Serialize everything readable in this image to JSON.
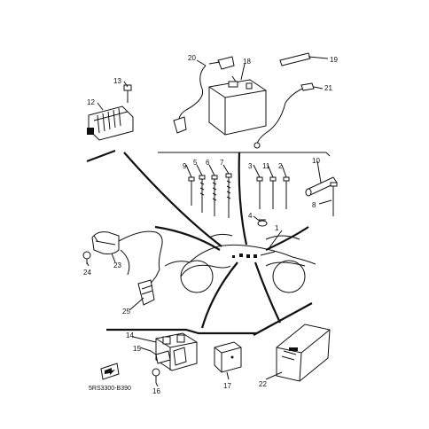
{
  "diagram_code": "5RS3300-B390",
  "callouts": {
    "c1": "1",
    "c2": "2",
    "c3": "3",
    "c4": "4",
    "c5": "5",
    "c6": "6",
    "c7": "7",
    "c8": "8",
    "c9": "9",
    "c10": "10",
    "c11": "11",
    "c12": "12",
    "c13": "13",
    "c14": "14",
    "c15": "15",
    "c16": "16",
    "c17": "17",
    "c18": "18",
    "c19": "19",
    "c20": "20",
    "c21": "21",
    "c22": "22",
    "c23": "23",
    "c24": "24",
    "c25": "25"
  }
}
